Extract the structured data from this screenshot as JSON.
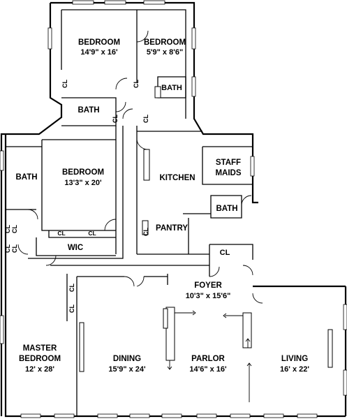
{
  "rooms": {
    "bedroom_left": {
      "name": "BEDROOM",
      "dims": "14'9\" x 16'"
    },
    "bedroom_right": {
      "name": "BEDROOM",
      "dims": "5'9\" x 8'6\""
    },
    "bath_upper_right": {
      "name": "BATH"
    },
    "bath_upper": {
      "name": "BATH"
    },
    "bath_left": {
      "name": "BATH"
    },
    "bedroom_mid": {
      "name": "BEDROOM",
      "dims": "13'3\" x 20'"
    },
    "kitchen": {
      "name": "KITCHEN"
    },
    "staff": {
      "name_line1": "STAFF",
      "name_line2": "MAIDS"
    },
    "staff_bath": {
      "name": "BATH"
    },
    "pantry": {
      "name": "PANTRY"
    },
    "wic": {
      "name": "WIC"
    },
    "foyer": {
      "name": "FOYER",
      "dims": "10'3\" x 15'6\""
    },
    "master": {
      "name_line1": "MASTER",
      "name_line2": "BEDROOM",
      "dims": "12' x 28'"
    },
    "dining": {
      "name": "DINING",
      "dims": "15'9\" x 24'"
    },
    "parlor": {
      "name": "PARLOR",
      "dims": "14'6\" x 16'"
    },
    "living": {
      "name": "LIVING",
      "dims": "16' x 22'"
    }
  },
  "closets": {
    "cl_bed_left": "CL",
    "cl_bed_right": "CL",
    "cl_bath_1": "CL",
    "cl_bath_2": "CL",
    "cl_mid_1": "CL",
    "cl_mid_2": "CL",
    "cl_left_1": "CL",
    "cl_left_2": "CL",
    "cl_left_3": "CL",
    "cl_left_4": "CL",
    "cl_pantry": "CL",
    "cl_foyer": "CL",
    "cl_master_1": "CL",
    "cl_master_2": "CL"
  }
}
